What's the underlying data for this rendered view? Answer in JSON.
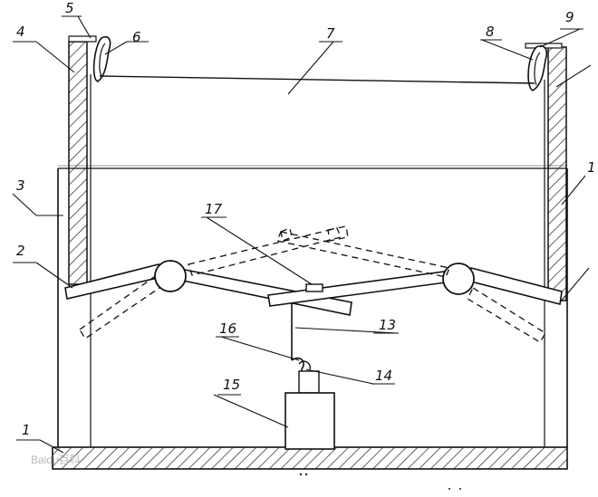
{
  "labels": {
    "l1a": "1",
    "l2": "2",
    "l3": "3",
    "l4": "4",
    "l5": "5",
    "l6": "6",
    "l7": "7",
    "l8": "8",
    "l9": "9",
    "l1b": "1",
    "l13": "13",
    "l14": "14",
    "l15": "15",
    "l16": "16",
    "l17": "17"
  },
  "watermark": "Baidu百科"
}
